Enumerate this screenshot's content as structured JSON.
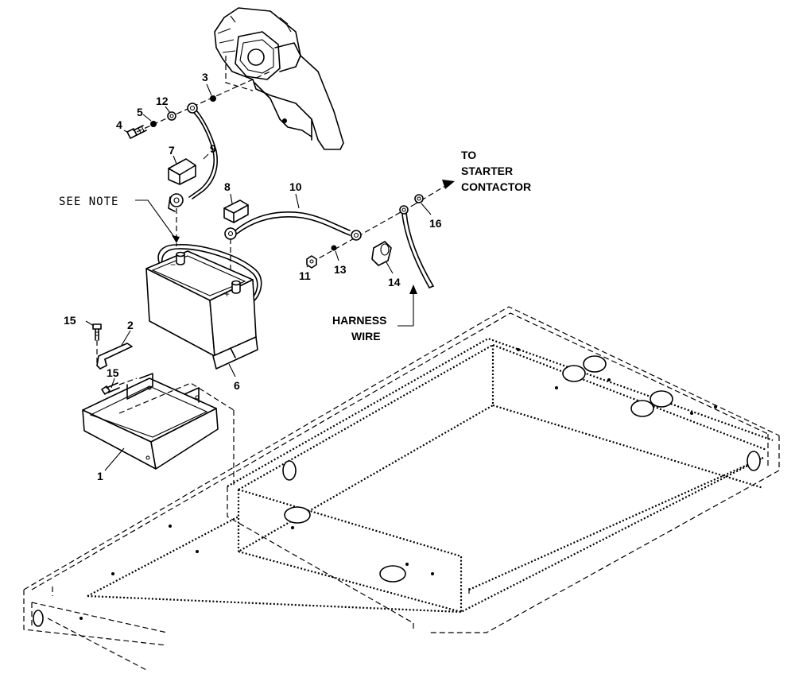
{
  "labels": {
    "see_note": "SEE NOTE",
    "to_starter_line1": "TO",
    "to_starter_line2": "STARTER",
    "to_starter_line3": "CONTACTOR",
    "harness_line1": "HARNESS",
    "harness_line2": "WIRE",
    "neg_symbol": "−",
    "pos_symbol": "+"
  },
  "callouts": {
    "c1": "1",
    "c2": "2",
    "c3": "3",
    "c4": "4",
    "c5": "5",
    "c6": "6",
    "c7": "7",
    "c8": "8",
    "c9": "9",
    "c10": "10",
    "c11": "11",
    "c12": "12",
    "c13": "13",
    "c14": "14",
    "c15a": "15",
    "c15b": "15",
    "c16": "16"
  }
}
